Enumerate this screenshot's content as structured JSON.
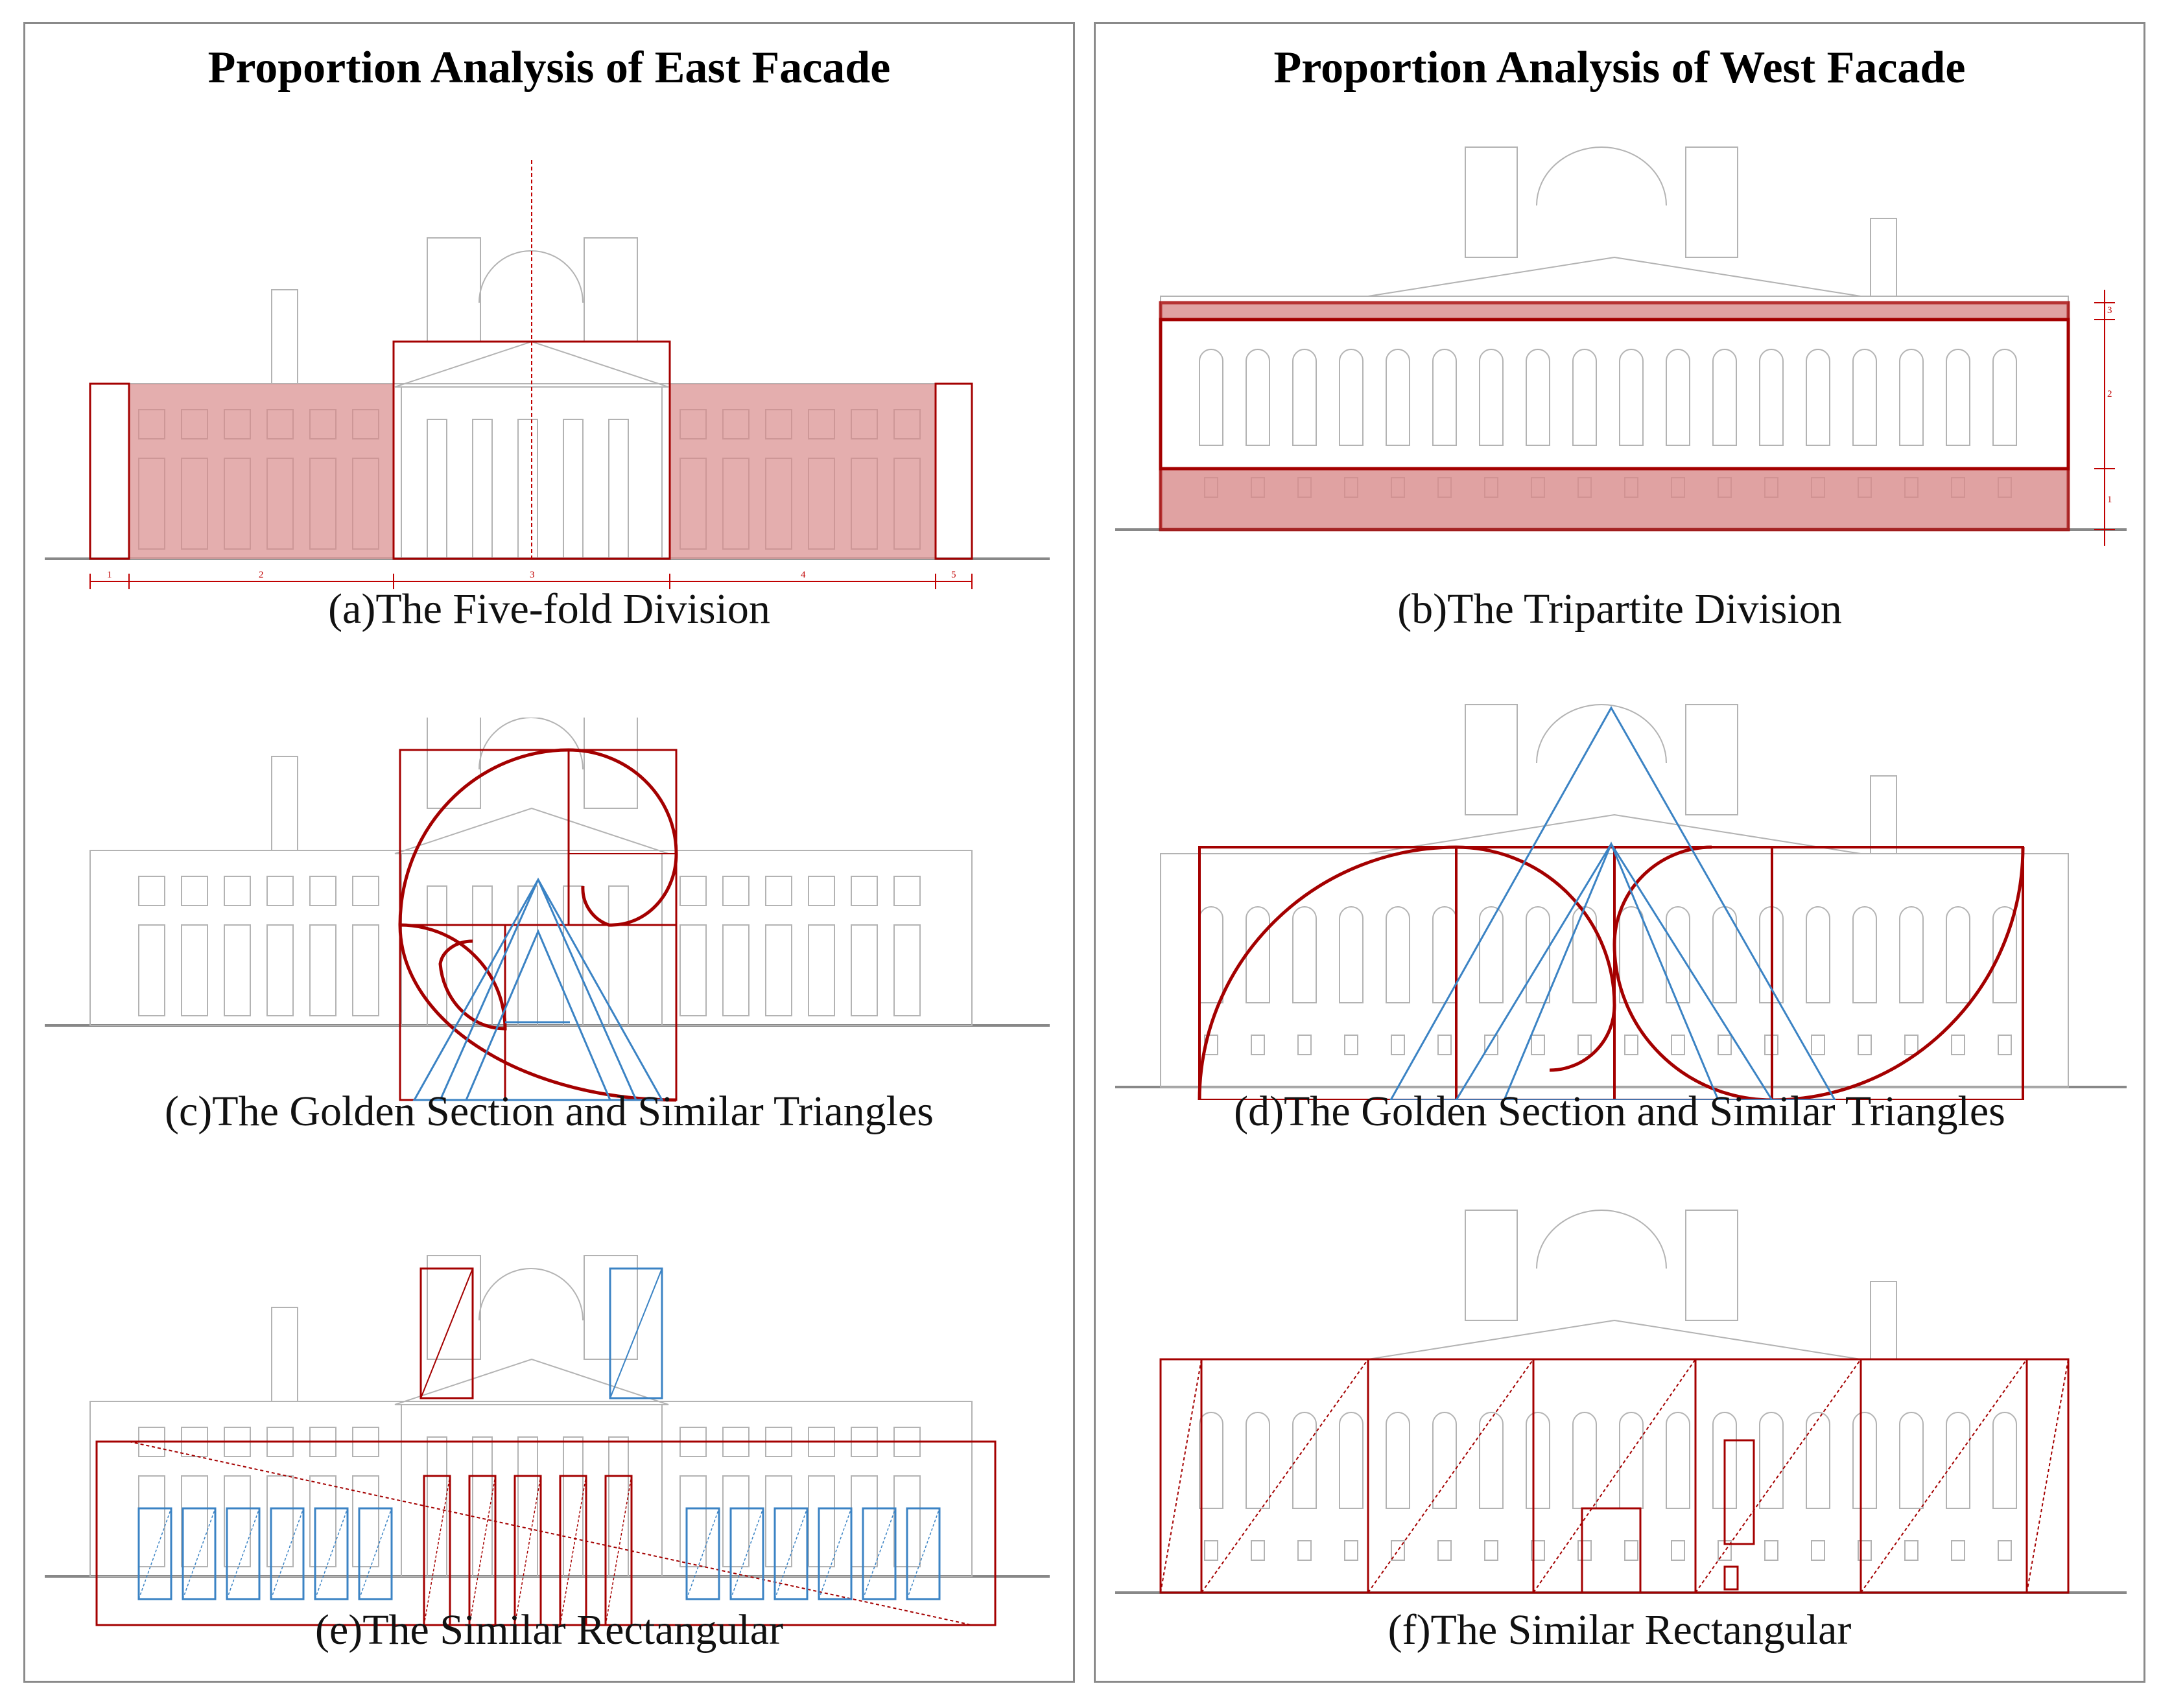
{
  "panels": {
    "east": {
      "title": "Proportion Analysis of East Facade",
      "captions": {
        "a": "(a)The Five-fold Division",
        "c": "(c)The Golden Section and Similar Triangles",
        "e": "(e)The Similar Rectangular"
      },
      "division_labels": [
        "1",
        "2",
        "3",
        "4",
        "5"
      ]
    },
    "west": {
      "title": "Proportion Analysis of West Facade",
      "captions": {
        "b": "(b)The Tripartite Division",
        "d": "(d)The Golden Section and Similar Triangles",
        "f": "(f)The Similar Rectangular"
      },
      "division_labels": [
        "3",
        "2",
        "1"
      ]
    }
  },
  "colors": {
    "analysis_red": "#a40000",
    "highlight_fill": "#d98c8c",
    "triangle_blue": "#3b83c4",
    "facade_gray": "#b3b3b3"
  }
}
